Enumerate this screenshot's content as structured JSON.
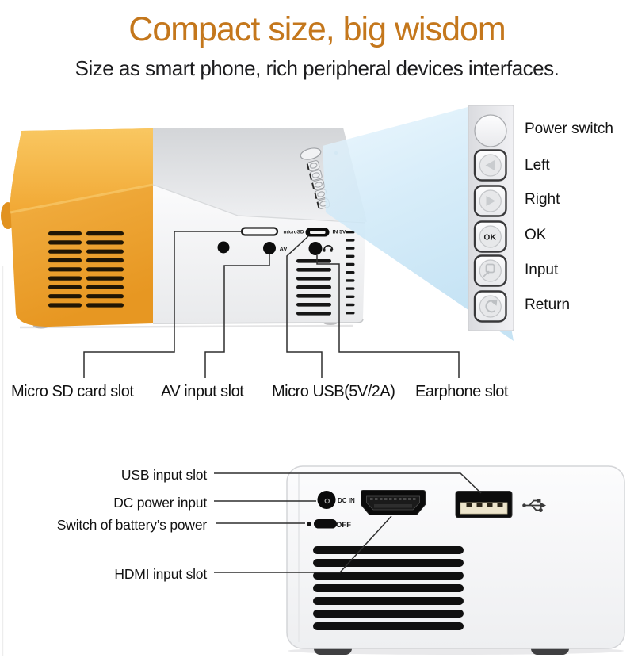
{
  "header": {
    "title": "Compact size, big wisdom",
    "subtitle": "Size as smart phone, rich peripheral devices interfaces."
  },
  "colors": {
    "title_orange": "#C4771C",
    "projector_yellow": "#F0A737",
    "beam_blue": "#C9E6F7",
    "panel_gray": "#E4E5E9",
    "callout_line": "#2E2E2E"
  },
  "control_panel": {
    "buttons": [
      {
        "label": "Power switch",
        "icon": "power-button"
      },
      {
        "label": "Left",
        "icon": "left-triangle"
      },
      {
        "label": "Right",
        "icon": "right-triangle"
      },
      {
        "label": "OK",
        "icon": "ok-text",
        "glyph": "OK"
      },
      {
        "label": "Input",
        "icon": "input-arrow"
      },
      {
        "label": "Return",
        "icon": "return-arrow"
      }
    ]
  },
  "side_ports": {
    "micro_sd_marking": "microSD",
    "usb_in_marking": "IN 5V",
    "av_marking": "AV",
    "labels": [
      "Micro SD card slot",
      "AV input slot",
      "Micro USB(5V/2A)",
      "Earphone slot"
    ]
  },
  "rear_ports": {
    "dc_marking": "DC IN",
    "switch_marking": "OFF",
    "labels": [
      "USB input slot",
      "DC power input",
      "Switch of battery’s power",
      "HDMI input slot"
    ]
  }
}
